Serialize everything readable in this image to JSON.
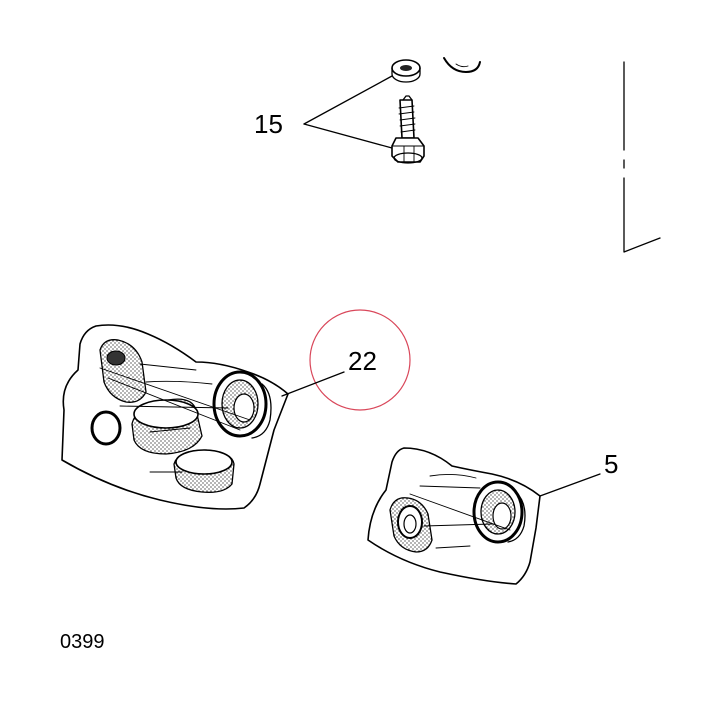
{
  "callouts": {
    "bolt": "15",
    "left_housing": "22",
    "right_housing": "5"
  },
  "drawing_code": "0399",
  "highlight_color": "#d9475a"
}
